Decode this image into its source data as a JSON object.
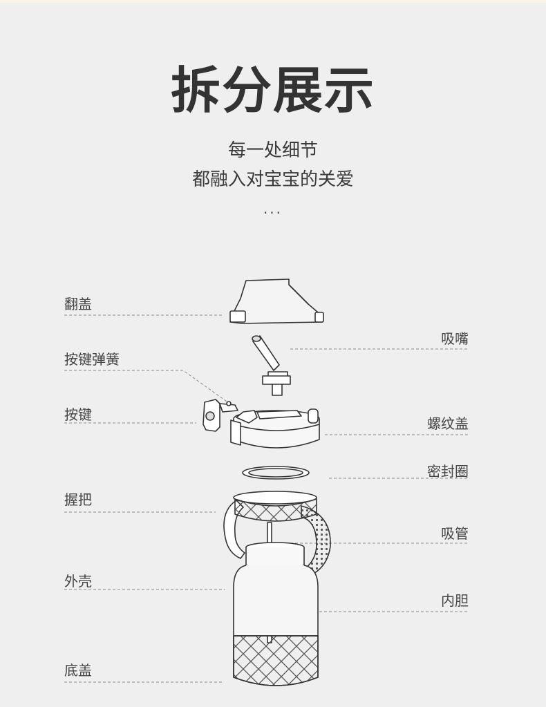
{
  "title": "拆分展示",
  "subtitle_line1": "每一处细节",
  "subtitle_line2": "都融入对宝宝的关爱",
  "ellipsis": "...",
  "labels_left": {
    "flip_lid": "翻盖",
    "button_spring": "按键弹簧",
    "button": "按键",
    "grip": "握把",
    "outer_shell": "外壳",
    "bottom_cap": "底盖"
  },
  "labels_right": {
    "mouthpiece": "吸嘴",
    "threaded_lid": "螺纹盖",
    "seal_ring": "密封圈",
    "straw": "吸管",
    "inner_liner": "内胆"
  }
}
